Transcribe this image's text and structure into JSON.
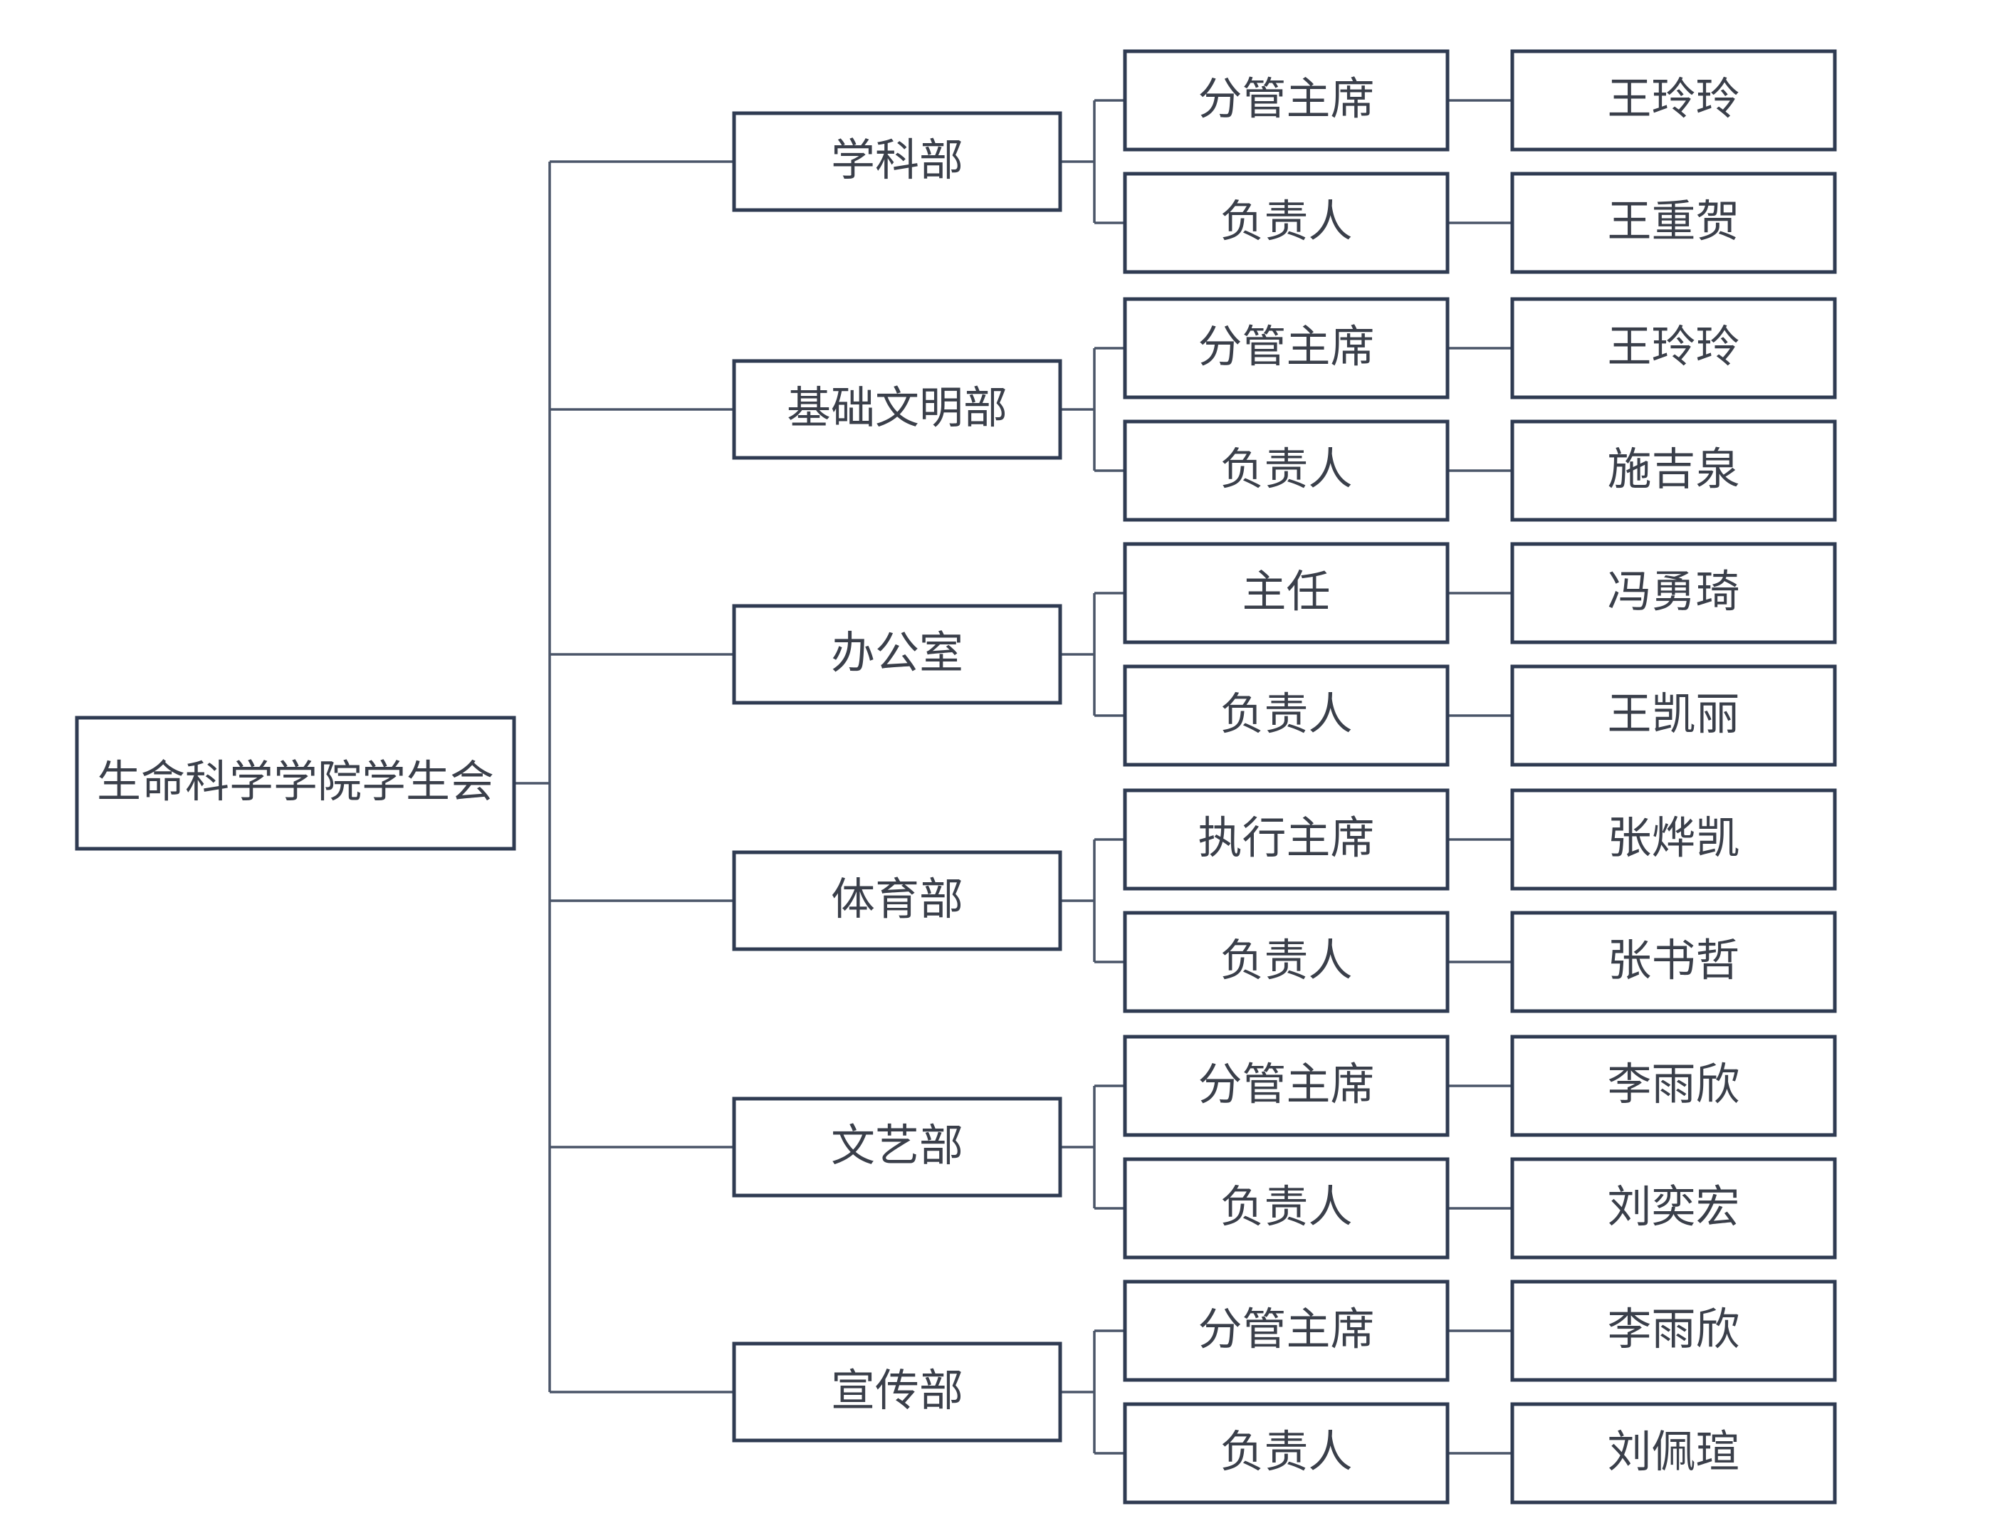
{
  "root": {
    "label": "生命科学学院学生会"
  },
  "departments": [
    {
      "label": "学科部",
      "roles": [
        {
          "role": "分管主席",
          "person": "王玲玲"
        },
        {
          "role": "负责人",
          "person": "王重贺"
        }
      ]
    },
    {
      "label": "基础文明部",
      "roles": [
        {
          "role": "分管主席",
          "person": "王玲玲"
        },
        {
          "role": "负责人",
          "person": "施吉泉"
        }
      ]
    },
    {
      "label": "办公室",
      "roles": [
        {
          "role": "主任",
          "person": "冯勇琦"
        },
        {
          "role": "负责人",
          "person": "王凯丽"
        }
      ]
    },
    {
      "label": "体育部",
      "roles": [
        {
          "role": "执行主席",
          "person": "张烨凯"
        },
        {
          "role": "负责人",
          "person": "张书哲"
        }
      ]
    },
    {
      "label": "文艺部",
      "roles": [
        {
          "role": "分管主席",
          "person": "李雨欣"
        },
        {
          "role": "负责人",
          "person": "刘奕宏"
        }
      ]
    },
    {
      "label": "宣传部",
      "roles": [
        {
          "role": "分管主席",
          "person": "李雨欣"
        },
        {
          "role": "负责人",
          "person": "刘佩瑄"
        }
      ]
    }
  ],
  "colors": {
    "border": "#2f3b52",
    "text": "#3a3f4a",
    "connector": "#4a5568"
  }
}
